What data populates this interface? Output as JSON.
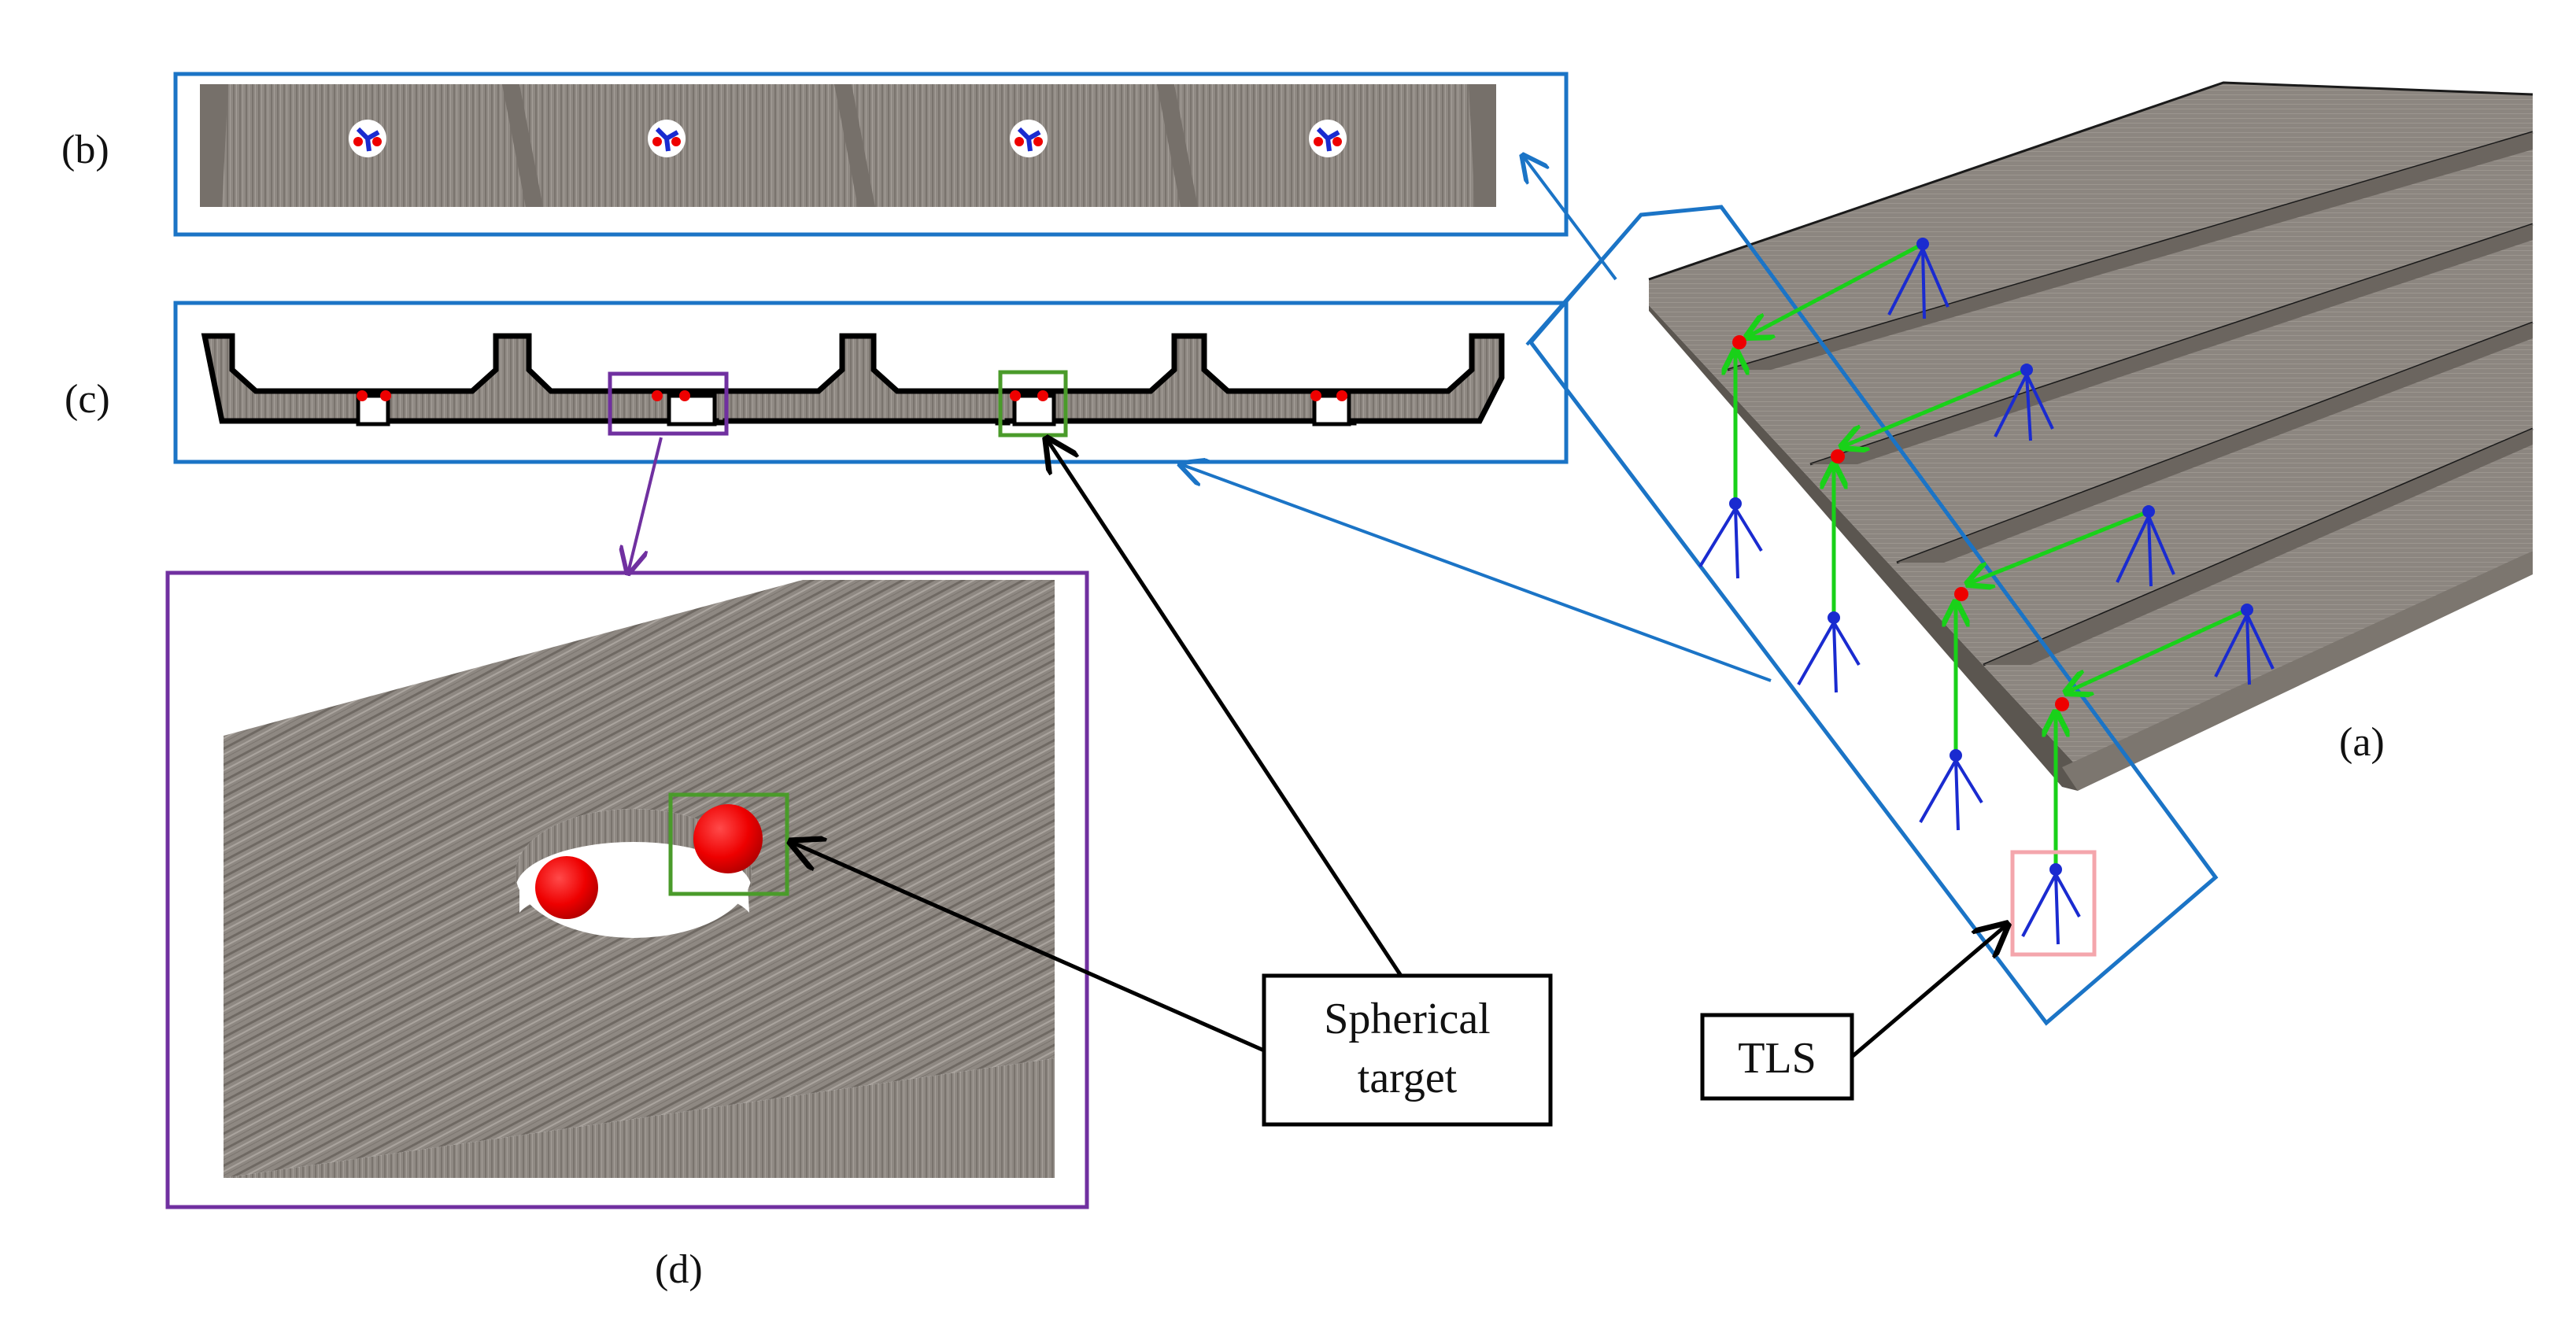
{
  "panel_labels": {
    "a": "(a)",
    "b": "(b)",
    "c": "(c)",
    "d": "(d)"
  },
  "callouts": {
    "spherical_target_line1": "Spherical",
    "spherical_target_line2": "target",
    "tls": "TLS"
  },
  "colors": {
    "frame_blue": "#1b74c6",
    "frame_purple": "#7030a0",
    "frame_green": "#4a9b2a",
    "frame_pink": "#f4a6ac",
    "target_red": "#ee0000",
    "scanner_blue": "#1a2bd0",
    "ray_green": "#19d119",
    "concrete": "#8f8983"
  },
  "icons": {
    "scanner": "tripod-scanner-icon",
    "target": "red-sphere-icon"
  }
}
